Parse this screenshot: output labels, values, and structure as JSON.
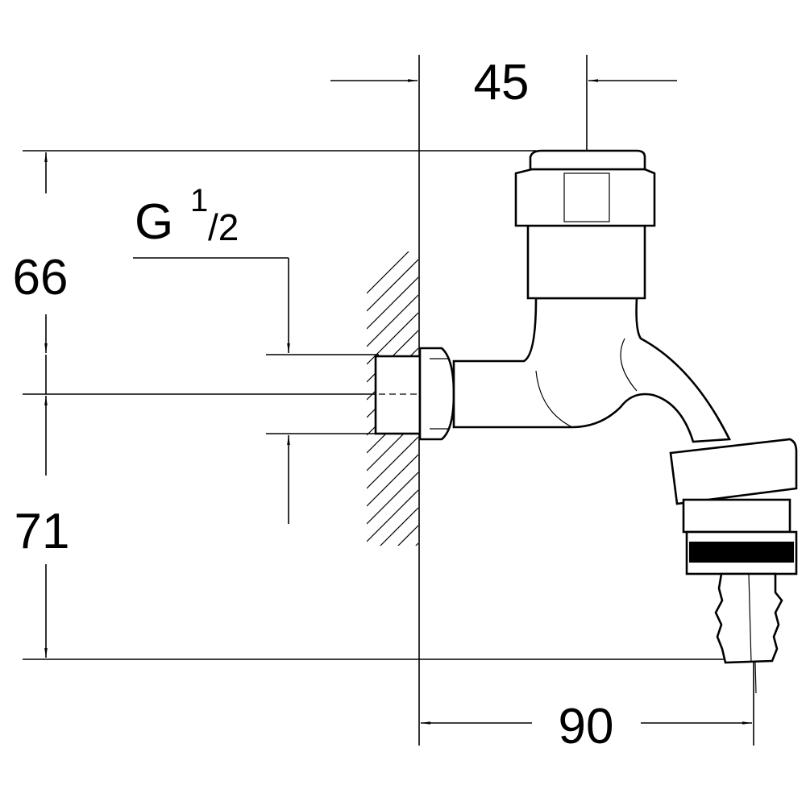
{
  "dimensions": {
    "top_width": "45",
    "upper_height": "66",
    "lower_height": "71",
    "projection": "90"
  },
  "thread_label": {
    "letter": "G",
    "numerator": "1",
    "denominator": "/2"
  }
}
